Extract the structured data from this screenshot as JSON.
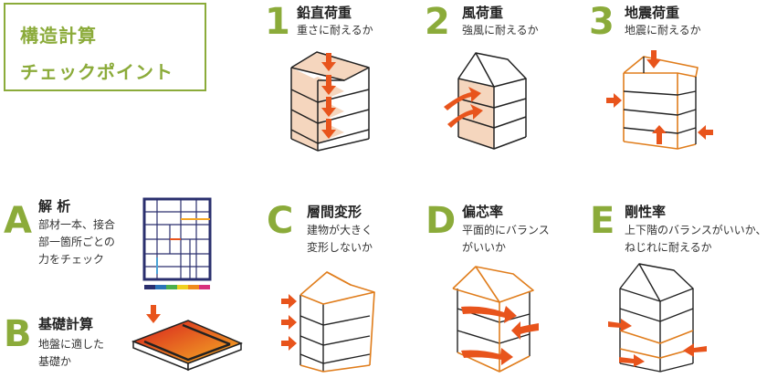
{
  "title": {
    "line1": "構造計算",
    "line2": "チェックポイント"
  },
  "items": [
    {
      "key": "1",
      "heading": "鉛直荷重",
      "desc1": "重さに耐えるか"
    },
    {
      "key": "2",
      "heading": "風荷重",
      "desc1": "強風に耐えるか"
    },
    {
      "key": "3",
      "heading": "地震荷重",
      "desc1": "地震に耐えるか"
    },
    {
      "key": "A",
      "heading": "解 析",
      "desc1": "部材一本、接合",
      "desc2": "部一箇所ごとの",
      "desc3": "力をチェック"
    },
    {
      "key": "B",
      "heading": "基礎計算",
      "desc1": "地盤に適した",
      "desc2": "基礎か"
    },
    {
      "key": "C",
      "heading": "層間変形",
      "desc1": "建物が大きく",
      "desc2": "変形しないか"
    },
    {
      "key": "D",
      "heading": "偏芯率",
      "desc1": "平面的にバランス",
      "desc2": "がいいか"
    },
    {
      "key": "E",
      "heading": "剛性率",
      "desc1": "上下階のバランスがいいか、",
      "desc2": "ねじれに耐えるか"
    }
  ],
  "colors": {
    "green": "#8bab3a",
    "orange": "#e8541c",
    "frame": "#e07d1c",
    "fill": "#f5d6be",
    "navy": "#2a2f6e"
  }
}
